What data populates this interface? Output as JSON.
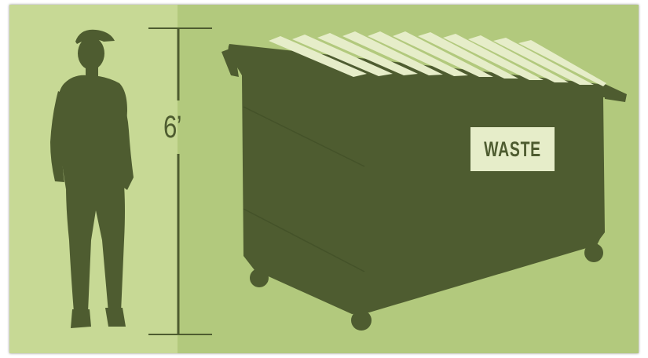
{
  "measurement": {
    "label": "6’"
  },
  "dumpster": {
    "sign_text": "WASTE"
  },
  "colors": {
    "bg_left": "#c7d995",
    "bg_right": "#b2c97d",
    "silhouette": "#4e5c30",
    "lid_slats": "#e6edc9",
    "sign_bg": "#e6edc9"
  },
  "icons": {
    "person": "person-silhouette",
    "dumpster": "dumpster-silhouette"
  }
}
